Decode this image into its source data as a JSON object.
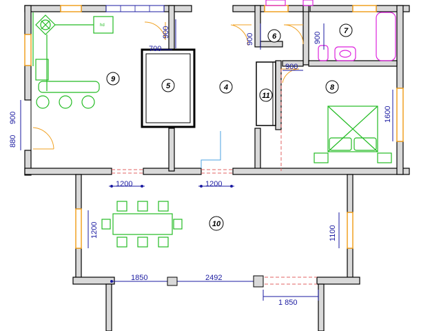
{
  "rooms": [
    {
      "number": "4"
    },
    {
      "number": "5"
    },
    {
      "number": "6"
    },
    {
      "number": "7"
    },
    {
      "number": "8"
    },
    {
      "number": "9"
    },
    {
      "number": "10"
    },
    {
      "number": "11"
    }
  ],
  "dimensions": {
    "door_top_9": "900",
    "door_width_5": "700",
    "door_6": "900",
    "door_7": "900",
    "door_11": "900",
    "left_wall_900": "900",
    "left_wall_880": "880",
    "window_8": "1600",
    "opening_left": "1200",
    "opening_right": "1200",
    "dining_window": "1200",
    "terrace_window": "1100",
    "span_1850": "1850",
    "span_2492": "2492",
    "span_bottom": "1 850"
  },
  "appliance_label": "hd",
  "colors": {
    "wall": "#000000",
    "wall_fill": "#d9d9d9",
    "dimension": "#1a1aa0",
    "kitchen": "#22bb22",
    "bath": "#dd22dd",
    "window": "#f0a020",
    "opening": "#e06060"
  }
}
